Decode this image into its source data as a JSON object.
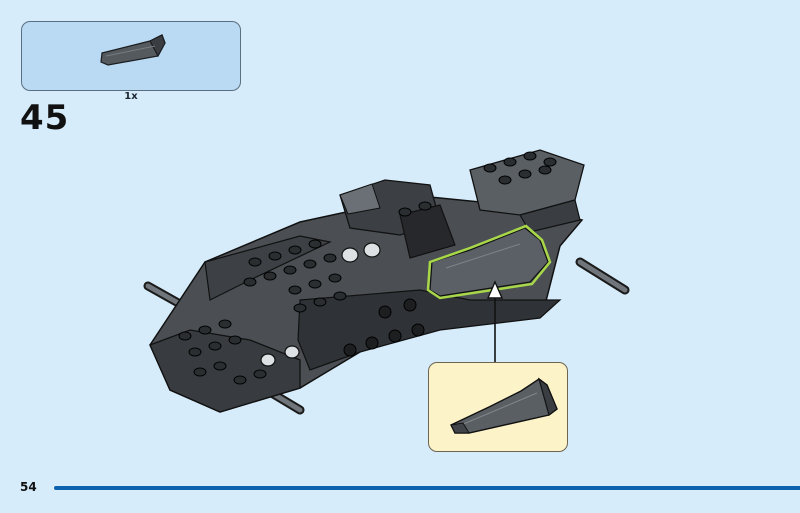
{
  "parts_list": {
    "quantity": "1x",
    "part_icon": "black-wedge-slope-brick"
  },
  "step": {
    "number": "45"
  },
  "model": {
    "icon": "vehicle-assembly-illustration",
    "highlight_color": "#a8d84a"
  },
  "callout": {
    "part_icon": "black-wedge-slope-brick"
  },
  "footer": {
    "page_number": "54",
    "bar_color": "#0c62ad"
  }
}
